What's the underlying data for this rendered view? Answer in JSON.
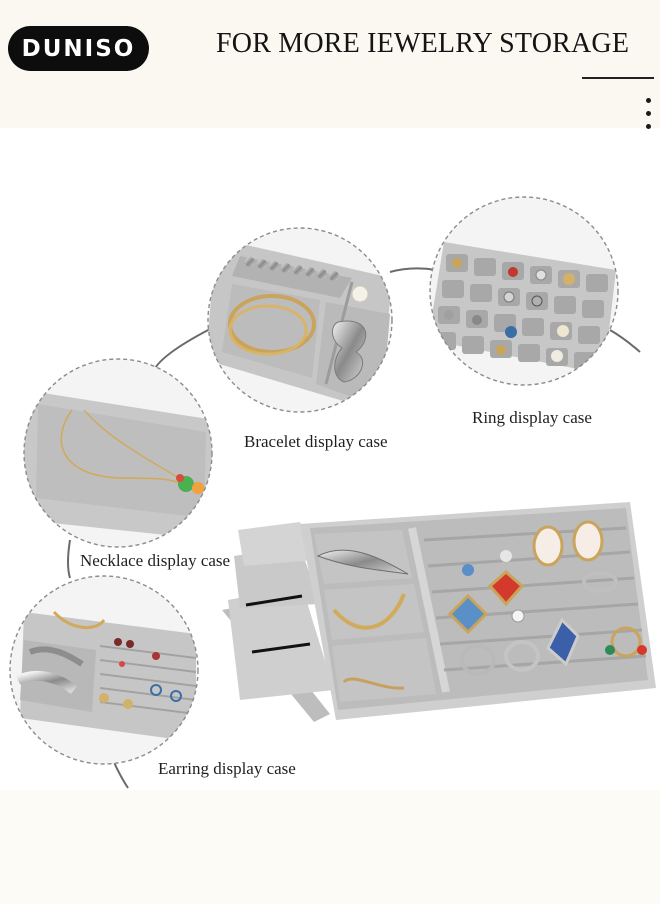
{
  "brand": {
    "logo_text": "DUNISO"
  },
  "header": {
    "headline": "FOR MORE IEWELRY STORAGE"
  },
  "captions": {
    "bracelet": "Bracelet display case",
    "ring": "Ring display case",
    "necklace": "Necklace display case",
    "earring": "Earring display case"
  },
  "colors": {
    "header_bg": "#fbf8f1",
    "velvet_gray": "#bdbdbd",
    "logo_bg": "#0d0d0d"
  },
  "icons": {
    "menu": "kebab-menu-icon"
  }
}
